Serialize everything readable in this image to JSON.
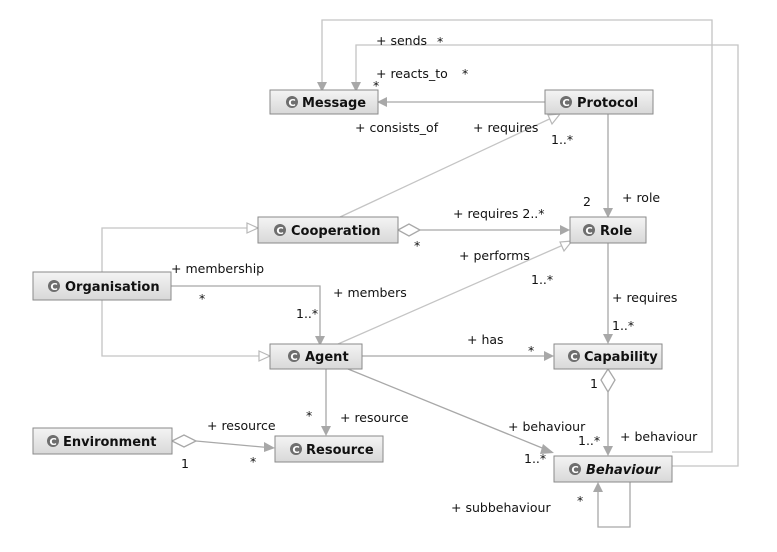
{
  "classes": {
    "message": "Message",
    "protocol": "Protocol",
    "cooperation": "Cooperation",
    "role": "Role",
    "organisation": "Organisation",
    "agent": "Agent",
    "capability": "Capability",
    "environment": "Environment",
    "resource": "Resource",
    "behaviour": "Behaviour"
  },
  "class_icon_glyph": "C",
  "edge_labels": {
    "sends": "+ sends",
    "sends_mult": "*",
    "reacts_to": "+ reacts_to",
    "reacts_to_mult": "*",
    "reacts_to_mult2": "*",
    "consists_of": "+ consists_of",
    "requires_protocol": "+ requires",
    "protocol_mult": "1..*",
    "role": "+ role",
    "role_mult": "2",
    "requires_role": "+ requires 2..*",
    "cooperation_mult": "*",
    "performs": "+ performs",
    "performs_mult": "1..*",
    "membership": "+ membership",
    "membership_mult": "*",
    "members": "+ members",
    "members_mult": "1..*",
    "requires_capability": "+ requires",
    "requires_capability_mult": "1..*",
    "has": "+ has",
    "has_mult": "*",
    "resource_agent": "+ resource",
    "resource_agent_mult": "*",
    "resource_env": "+ resource",
    "env_mult": "1",
    "resource_env_mult": "*",
    "behaviour_agent": "+ behaviour",
    "behaviour_agent_mult": "1..*",
    "capability_mult": "1",
    "behaviour_cap": "+ behaviour",
    "behaviour_cap_mult": "1..*",
    "subbehaviour": "+ subbehaviour",
    "subbehaviour_mult": "*"
  }
}
